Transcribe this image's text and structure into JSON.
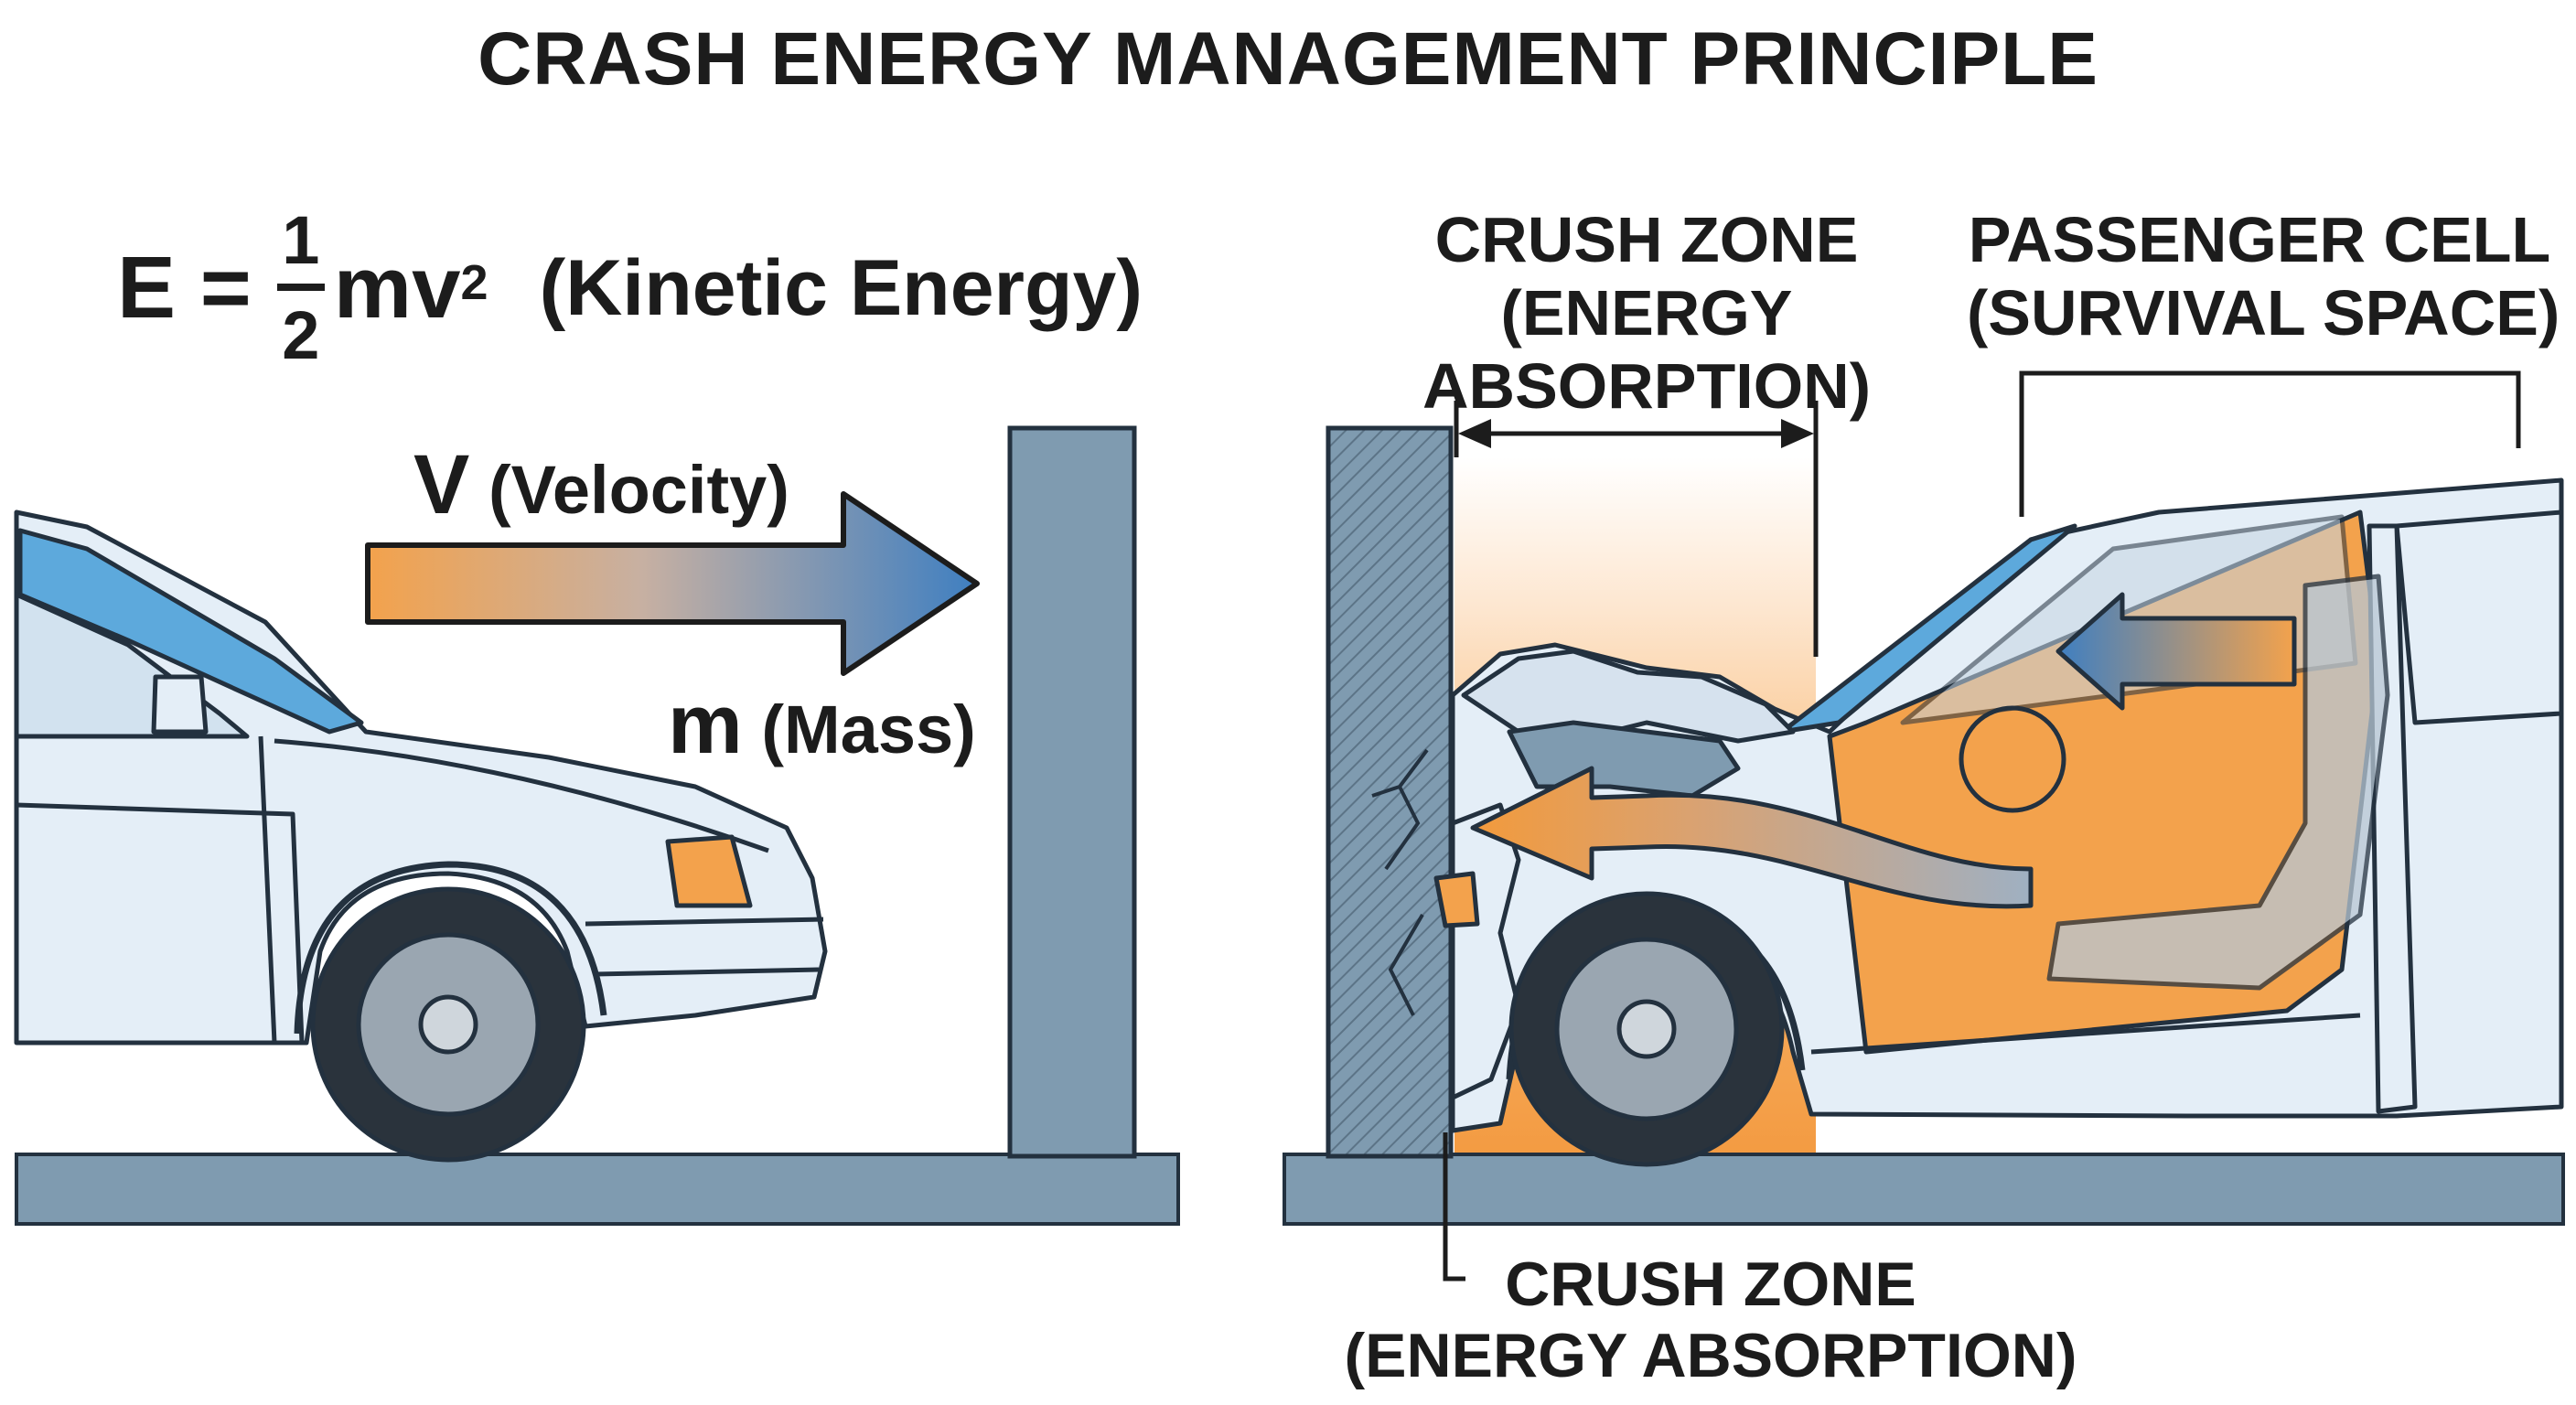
{
  "title": "CRASH ENERGY MANAGEMENT PRINCIPLE",
  "formula": {
    "lhs": "E =",
    "numerator": "1",
    "denominator": "2",
    "mv": "mv",
    "exponent": "2",
    "label": "(Kinetic Energy)"
  },
  "velocity": {
    "symbol": "V",
    "label": "(Velocity)"
  },
  "mass": {
    "symbol": "m",
    "label": "(Mass)"
  },
  "crush_zone_top": {
    "line1": "CRUSH ZONE",
    "line2": "(ENERGY",
    "line3": "ABSORPTION)"
  },
  "passenger_cell": {
    "line1": "PASSENGER CELL",
    "line2": "(SURVIVAL SPACE)"
  },
  "crush_zone_bottom": {
    "line1": "CRUSH ZONE",
    "line2": "(ENERGY ABSORPTION)"
  },
  "colors": {
    "barrier": "#7f9bb0",
    "ground": "#7f9bb0",
    "car_body": "#e4eef7",
    "car_outline": "#23313f",
    "energy_orange": "#f3a24c",
    "velocity_blue": "#3f7fc1",
    "glass": "#5da9dc"
  },
  "icons": [
    "velocity-arrow-icon",
    "energy-flow-arrow-icon",
    "dimension-arrow-icon"
  ]
}
